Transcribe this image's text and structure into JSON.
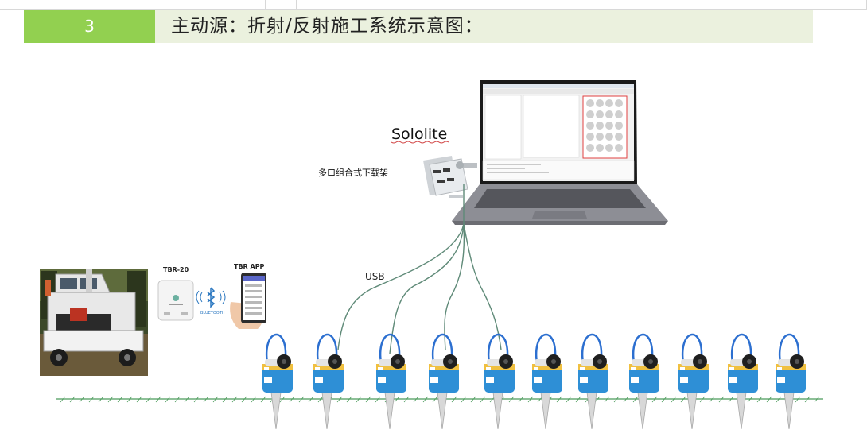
{
  "header": {
    "number": "3",
    "title": "主动源：折射/反射施工系统示意图："
  },
  "labels": {
    "sololite": "Sololite",
    "rack": "多口组合式下载架",
    "usb": "USB",
    "tbr20": "TBR-20",
    "tbrapp": "TBR APP",
    "bluetooth": "BLUETOOTH"
  },
  "colors": {
    "header_num_bg": "#92d050",
    "header_bg": "#ebf1de",
    "cable": "#5f8a78",
    "ground": "#4a9a5a",
    "sensor_body": "#2e8fd6",
    "sensor_band": "#f0c040"
  }
}
